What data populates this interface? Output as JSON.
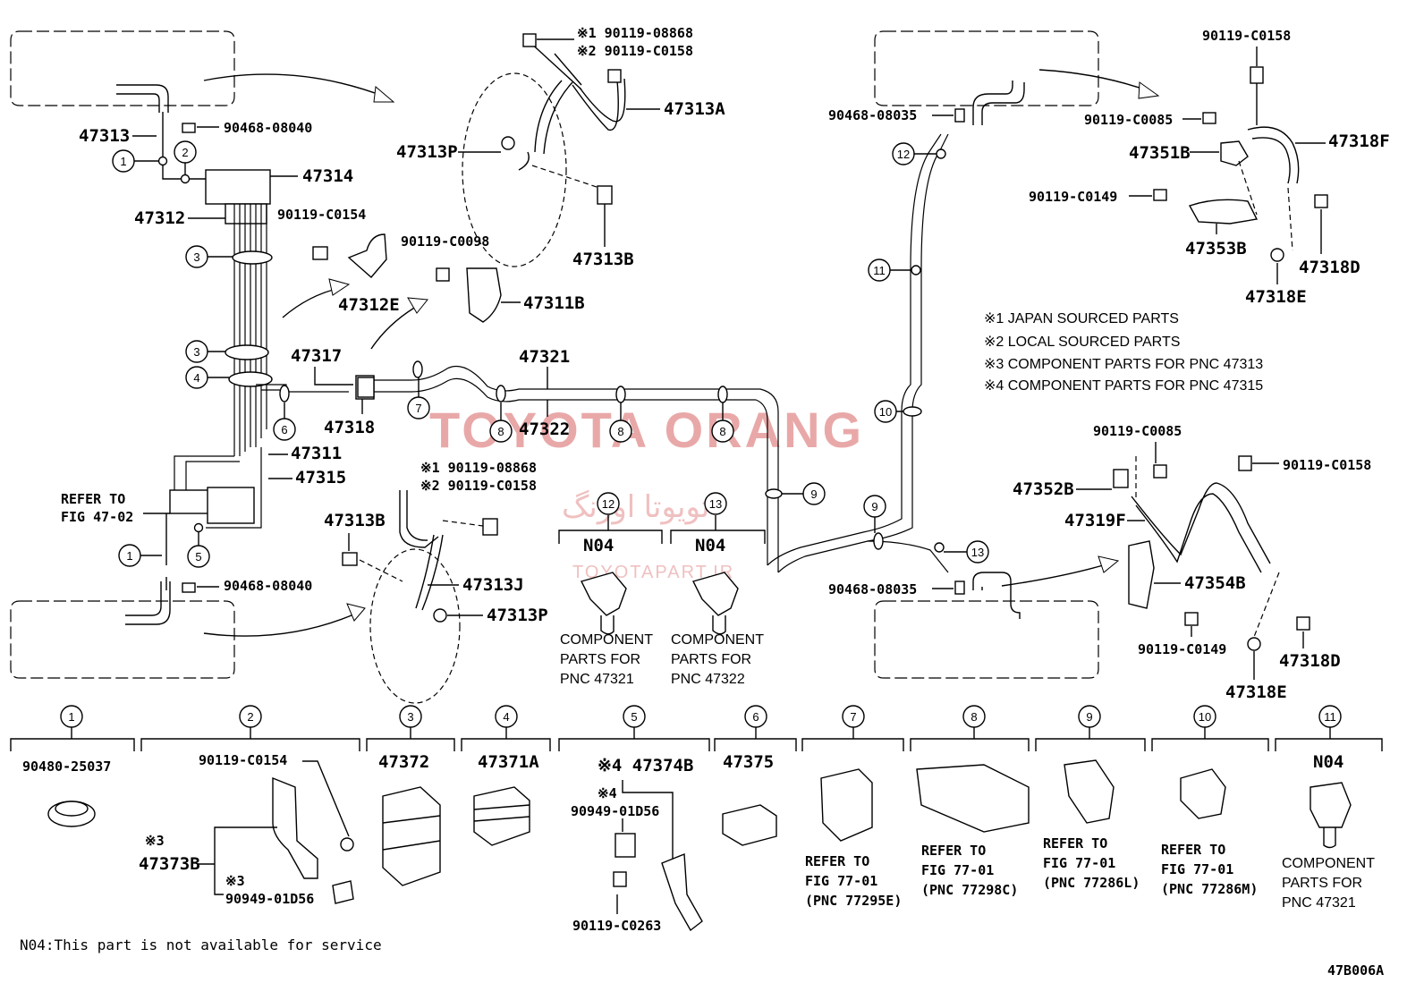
{
  "watermark": {
    "main": "TOYOTA ORANG",
    "persian": "تویوتا اورنگ",
    "site": "TOYOTAPART.IR"
  },
  "labels": {
    "p47313": "47313",
    "p90468_08040_top": "90468-08040",
    "p47314": "47314",
    "p47312": "47312",
    "p90119_C0154": "90119-C0154",
    "p47312E": "47312E",
    "p90119_C0098": "90119-C0098",
    "p47311B": "47311B",
    "p47317": "47317",
    "p47318": "47318",
    "p47311": "47311",
    "p47315": "47315",
    "p47321": "47321",
    "p47322": "47322",
    "p47313A": "47313A",
    "p47313P_top": "47313P",
    "p47313B_top": "47313B",
    "p1_08868_top": "※1 90119-08868",
    "p2_C0158_top": "※2 90119-C0158",
    "p1_08868_bot": "※1 90119-08868",
    "p2_C0158_bot": "※2 90119-C0158",
    "p47313B_bot": "47313B",
    "p47313J": "47313J",
    "p47313P_bot": "47313P",
    "p90468_08040_bot": "90468-08040",
    "refer_4702_a": "REFER TO",
    "refer_4702_b": "FIG 47-02",
    "p90468_08035_top": "90468-08035",
    "p90468_08035_bot": "90468-08035",
    "p90119_C0158_r": "90119-C0158",
    "p90119_C0085_r": "90119-C0085",
    "p47318F": "47318F",
    "p47351B": "47351B",
    "p90119_C0149_r": "90119-C0149",
    "p47353B": "47353B",
    "p47318D_r": "47318D",
    "p47318E_r": "47318E",
    "p90119_C0085_r2": "90119-C0085",
    "p90119_C0158_r2": "90119-C0158",
    "p47352B": "47352B",
    "p47319F": "47319F",
    "p47354B": "47354B",
    "p90119_C0149_r2": "90119-C0149",
    "p47318D_r2": "47318D",
    "p47318E_r2": "47318E",
    "n04_a": "N04",
    "n04_b": "N04",
    "comp_a1": "COMPONENT",
    "comp_a2": "PARTS FOR",
    "comp_a3": "PNC 47321",
    "comp_b1": "COMPONENT",
    "comp_b2": "PARTS FOR",
    "comp_b3": "PNC 47322"
  },
  "notes": [
    "※1 JAPAN SOURCED PARTS",
    "※2 LOCAL SOURCED PARTS",
    "※3 COMPONENT PARTS FOR PNC 47313",
    "※4 COMPONENT PARTS FOR PNC 47315"
  ],
  "callouts": [
    "1",
    "2",
    "3",
    "3",
    "4",
    "6",
    "7",
    "8",
    "8",
    "8",
    "9",
    "9",
    "10",
    "11",
    "12",
    "13",
    "1",
    "5",
    "12",
    "13"
  ],
  "legend": [
    {
      "num": "1",
      "part": "90480-25037"
    },
    {
      "num": "2",
      "part": "90119-C0154",
      "sub1": "※3",
      "sub1b": "47373B",
      "sub2": "※3",
      "sub2b": "90949-01D56"
    },
    {
      "num": "3",
      "part": "47372"
    },
    {
      "num": "4",
      "part": "47371A"
    },
    {
      "num": "5",
      "part": "※4 47374B",
      "sub1": "※4",
      "sub1b": "90949-01D56",
      "sub2b": "90119-C0263"
    },
    {
      "num": "6",
      "part": "47375"
    },
    {
      "num": "7",
      "ref1": "REFER TO",
      "ref2": "FIG 77-01",
      "ref3": "(PNC 77295E)"
    },
    {
      "num": "8",
      "ref1": "REFER TO",
      "ref2": "FIG 77-01",
      "ref3": "(PNC 77298C)"
    },
    {
      "num": "9",
      "ref1": "REFER TO",
      "ref2": "FIG 77-01",
      "ref3": "(PNC 77286L)"
    },
    {
      "num": "10",
      "ref1": "REFER TO",
      "ref2": "FIG 77-01",
      "ref3": "(PNC 77286M)"
    },
    {
      "num": "11",
      "part": "N04",
      "ref1": "COMPONENT",
      "ref2": "PARTS FOR",
      "ref3": "PNC 47321"
    }
  ],
  "footer": {
    "n04_note": "N04:This part is not available for service",
    "fig_code": "47B006A"
  }
}
